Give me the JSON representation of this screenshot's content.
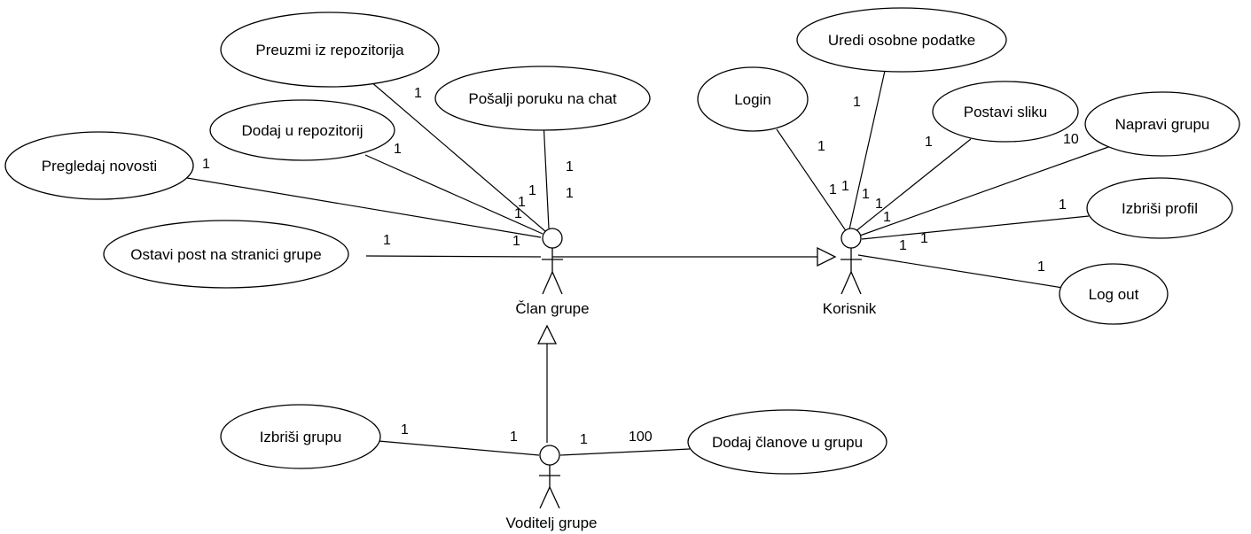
{
  "actors": {
    "clan": "Član grupe",
    "korisnik": "Korisnik",
    "voditelj": "Voditelj grupe"
  },
  "use_cases": {
    "preuzmi": "Preuzmi iz repozitorija",
    "posalji": "Pošalji poruku na chat",
    "dodaj_repo": "Dodaj u repozitorij",
    "pregledaj": "Pregledaj novosti",
    "ostavi": "Ostavi post na stranici grupe",
    "uredi": "Uredi osobne podatke",
    "login": "Login",
    "postavi": "Postavi sliku",
    "napravi": "Napravi grupu",
    "izbrisi_profil": "Izbriši profil",
    "logout": "Log out",
    "izbrisi_grupu": "Izbriši grupu",
    "dodaj_clanove": "Dodaj članove u grupu"
  },
  "multiplicities": {
    "preuzmi_uc": "1",
    "preuzmi_actor": "1",
    "dodaj_repo_uc": "1",
    "dodaj_repo_actor": "1",
    "pregledaj_uc": "1",
    "pregledaj_actor": "1",
    "posalji_uc": "1",
    "posalji_actor": "1",
    "ostavi_uc": "1",
    "ostavi_actor": "1",
    "login_uc": "1",
    "login_actor": "1",
    "uredi_uc": "1",
    "uredi_actor": "1",
    "postavi_uc": "1",
    "postavi_actor": "1",
    "napravi_uc": "10",
    "napravi_actor": "1",
    "izbrisi_profil_uc": "1",
    "izbrisi_profil_actor": "1",
    "logout_uc": "1",
    "logout_actor": "1",
    "izbrisi_grupu_uc": "1",
    "izbrisi_grupu_actor": "1",
    "dodaj_clanove_uc": "100",
    "dodaj_clanove_actor": "1"
  }
}
